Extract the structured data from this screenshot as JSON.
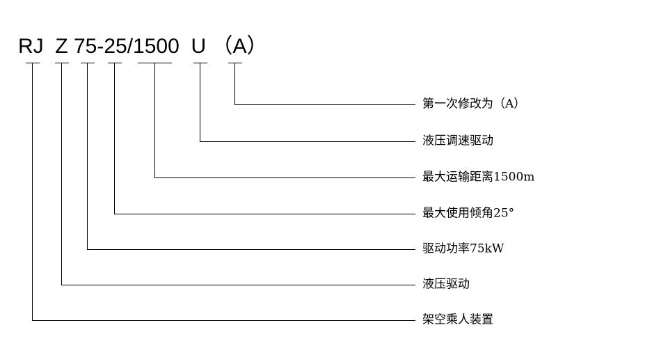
{
  "diagram": {
    "title_code": {
      "full": "RJ  Z 75-25/1500  U （A）",
      "segments": [
        {
          "text": "RJ",
          "meaning": "架空乘人装置"
        },
        {
          "text": "Z",
          "meaning": "液压驱动"
        },
        {
          "text": "75",
          "meaning": "驱动功率75kW"
        },
        {
          "text": "25",
          "meaning": "最大使用倾角25°"
        },
        {
          "text": "1500",
          "meaning": "最大运输距离1500m"
        },
        {
          "text": "U",
          "meaning": "液压调速驱动"
        },
        {
          "text": "（A）",
          "meaning": "第一次修改为（A）"
        }
      ]
    },
    "callouts": [
      {
        "id": "callout-revision",
        "label": "第一次修改为（A）"
      },
      {
        "id": "callout-drive-speed",
        "label": "液压调速驱动"
      },
      {
        "id": "callout-distance",
        "label": "最大运输距离1500m"
      },
      {
        "id": "callout-angle",
        "label": "最大使用倾角25°"
      },
      {
        "id": "callout-power",
        "label": "驱动功率75kW"
      },
      {
        "id": "callout-hydraulic",
        "label": "液压驱动"
      },
      {
        "id": "callout-device",
        "label": "架空乘人装置"
      }
    ],
    "colors": {
      "line": "#000000",
      "text": "#000000",
      "background": "#ffffff"
    }
  }
}
